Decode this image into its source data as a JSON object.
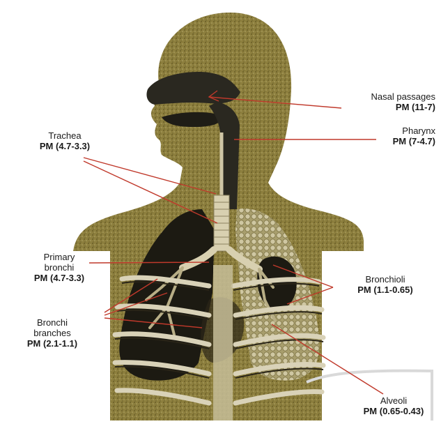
{
  "colors": {
    "body_fill": "#8d7f3e",
    "body_dark": "#6d6128",
    "lung_dark": "#1c1a12",
    "airway_light": "#cfc6a6",
    "alveoli": "#bdb388",
    "leader_line": "#c0392b",
    "text": "#1a1a1a"
  },
  "labels": {
    "nasal": {
      "name": "Nasal passages",
      "pm": "PM (11-7)"
    },
    "pharynx": {
      "name": "Pharynx",
      "pm": "PM (7-4.7)"
    },
    "trachea": {
      "name": "Trachea",
      "pm": "PM (4.7-3.3)"
    },
    "primary": {
      "name1": "Primary",
      "name2": "bronchi",
      "pm": "PM (4.7-3.3)"
    },
    "bronchi": {
      "name1": "Bronchi",
      "name2": "branches",
      "pm": "PM (2.1-1.1)"
    },
    "bronchioli": {
      "name": "Bronchioli",
      "pm": "PM (1.1-0.65)"
    },
    "alveoli": {
      "name": "Alveoli",
      "pm": "PM (0.65-0.43)"
    }
  }
}
